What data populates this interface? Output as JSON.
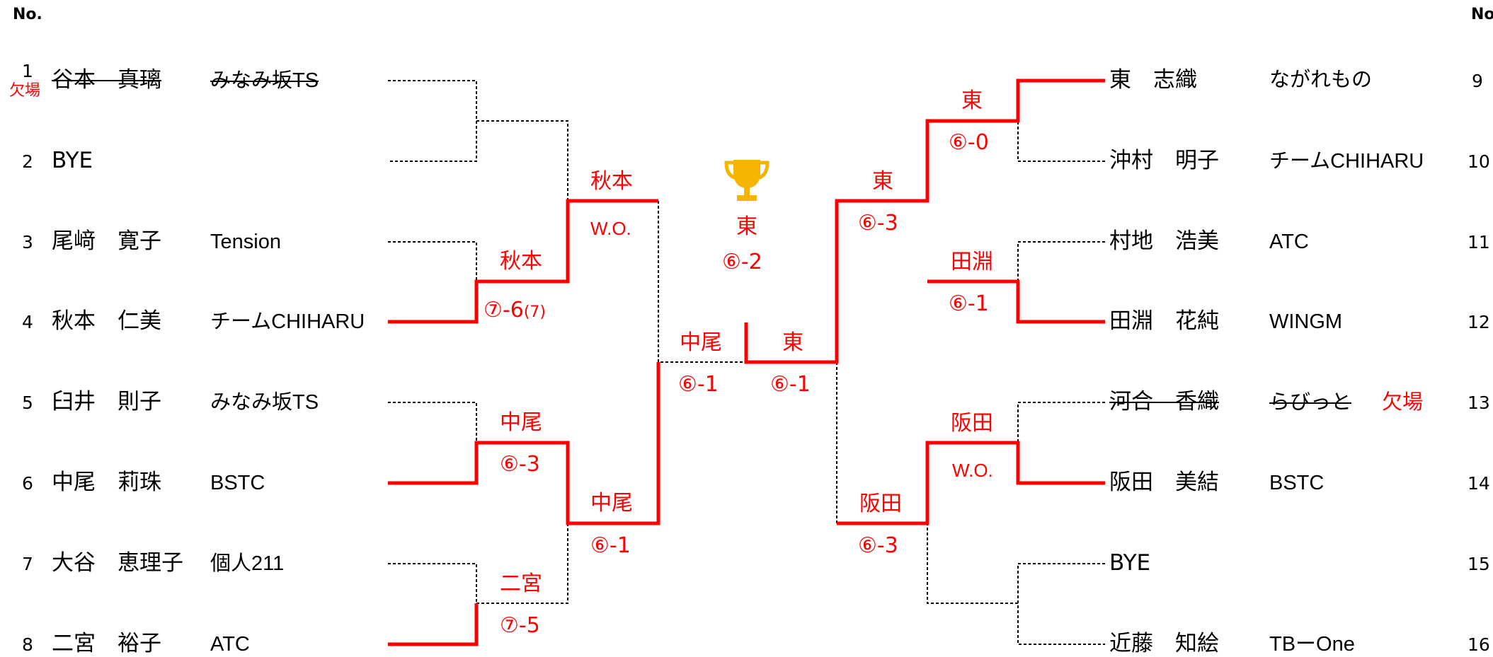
{
  "header": {
    "no_left": "No.",
    "no_right": "No."
  },
  "left_players": [
    {
      "no": "1",
      "name": "谷本　真璃",
      "club": "みなみ坂TS",
      "status": "欠場"
    },
    {
      "no": "2",
      "name": "BYE",
      "club": ""
    },
    {
      "no": "3",
      "name": "尾﨑　寛子",
      "club": "Tension"
    },
    {
      "no": "4",
      "name": "秋本　仁美",
      "club": "チームCHIHARU"
    },
    {
      "no": "5",
      "name": "臼井　則子",
      "club": "みなみ坂TS"
    },
    {
      "no": "6",
      "name": "中尾　莉珠",
      "club": "BSTC"
    },
    {
      "no": "7",
      "name": "大谷　恵理子",
      "club": "個人211"
    },
    {
      "no": "8",
      "name": "二宮　裕子",
      "club": "ATC"
    }
  ],
  "right_players": [
    {
      "no": "9",
      "name": "東　志織",
      "club": "ながれもの"
    },
    {
      "no": "10",
      "name": "沖村　明子",
      "club": "チームCHIHARU"
    },
    {
      "no": "11",
      "name": "村地　浩美",
      "club": "ATC"
    },
    {
      "no": "12",
      "name": "田淵　花純",
      "club": "WINGM"
    },
    {
      "no": "13",
      "name": "河合　香織",
      "club": "らびっと",
      "status": "欠場"
    },
    {
      "no": "14",
      "name": "阪田　美結",
      "club": "BSTC"
    },
    {
      "no": "15",
      "name": "BYE",
      "club": ""
    },
    {
      "no": "16",
      "name": "近藤　知絵",
      "club": "TBーOne"
    }
  ],
  "left_results": {
    "r1_m2": {
      "winner": "秋本",
      "score": "⑦-6",
      "tb": "(7)"
    },
    "r1_m3": {
      "winner": "中尾",
      "score": "⑥-3"
    },
    "r1_m4": {
      "winner": "二宮",
      "score": "⑦-5"
    },
    "r2_m1": {
      "winner": "秋本",
      "score": "W.O."
    },
    "r2_m2": {
      "winner": "中尾",
      "score": "⑥-1"
    },
    "sf": {
      "winner": "中尾",
      "score": "⑥-1"
    }
  },
  "right_results": {
    "r1_m1": {
      "winner": "東",
      "score": "⑥-0"
    },
    "r1_m2": {
      "winner": "田淵",
      "score": "⑥-1"
    },
    "r1_m3": {
      "winner": "阪田",
      "score": "W.O."
    },
    "r2_m1": {
      "winner": "東",
      "score": "⑥-3"
    },
    "r2_m2": {
      "winner": "阪田",
      "score": "⑥-3"
    },
    "sf": {
      "winner": "東",
      "score": "⑥-1"
    }
  },
  "final": {
    "champion": "東",
    "score": "⑥-2",
    "icon": "trophy-icon"
  },
  "colors": {
    "win_line": "#ff0000",
    "lose_line": "#000000",
    "trophy": "#f5b400"
  }
}
